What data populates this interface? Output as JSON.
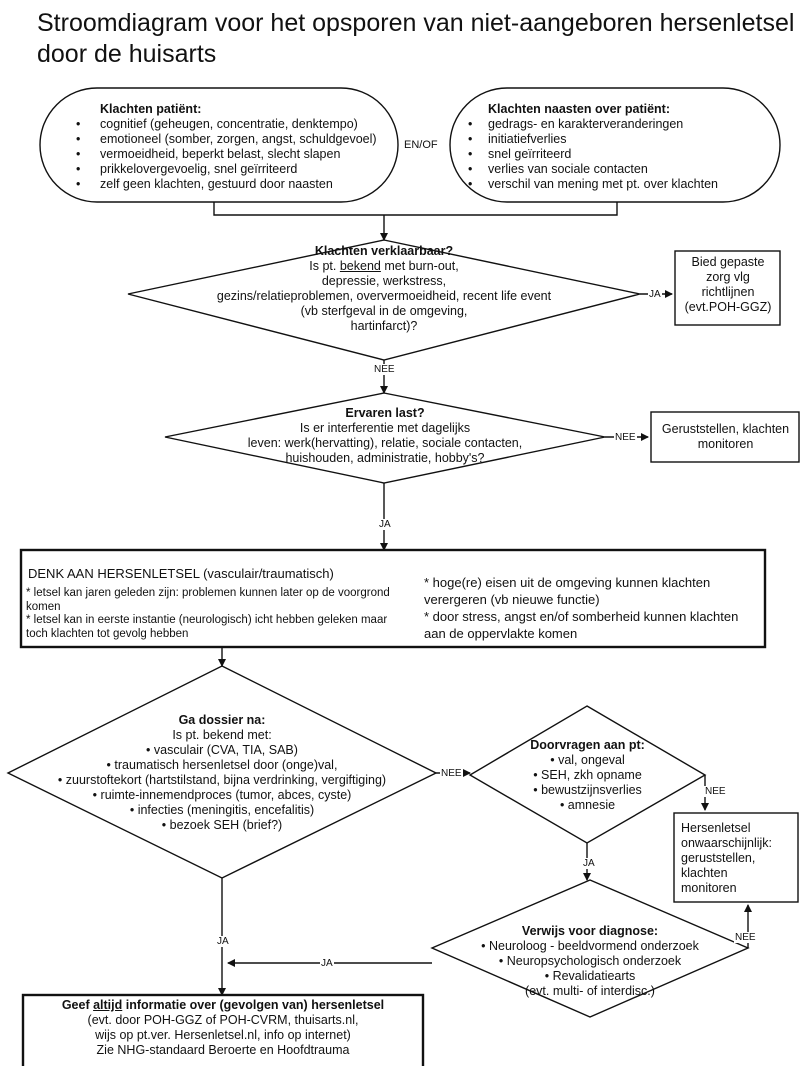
{
  "title": {
    "line1": "Stroomdiagram voor het opsporen van niet-aangeboren hersenletsel",
    "line2": "door de huisarts"
  },
  "patient_complaints": {
    "heading": "Klachten patiënt:",
    "items": [
      "cognitief (geheugen, concentratie, denktempo)",
      "emotioneel (somber, zorgen, angst, schuldgevoel)",
      "vermoeidheid, beperkt belast, slecht slapen",
      "prikkelovergevoelig, snel geïrriteerd",
      "zelf geen klachten, gestuurd door naasten"
    ]
  },
  "connector_en_of": "EN/OF",
  "relative_complaints": {
    "heading": "Klachten naasten over patiënt:",
    "items": [
      "gedrags- en karakterveranderingen",
      "initiatiefverlies",
      "snel geïrriteerd",
      "verlies van sociale contacten",
      "verschil van mening met pt. over klachten"
    ]
  },
  "decision_explainable": {
    "heading": "Klachten verklaarbaar?",
    "line1_pre": "Is pt. ",
    "line1_underlined": "bekend",
    "line1_post": " met burn-out,",
    "line2": "depressie, werkstress,",
    "line3": "gezins/relatieproblemen, oververmoeidheid, recent life event",
    "line4": "(vb sterfgeval in de omgeving,",
    "line5": "hartinfarct)?"
  },
  "box_care": {
    "line1": "Bied gepaste",
    "line2": "zorg vlg",
    "line3": "richtlijnen",
    "line4": "(evt.POH-GGZ)"
  },
  "decision_burden": {
    "heading": "Ervaren last?",
    "line1": "Is er interferentie met dagelijks",
    "line2": "leven: werk(hervatting), relatie, sociale contacten,",
    "line3": "huishouden, administratie, hobby's?"
  },
  "box_reassure": {
    "line1": "Geruststellen, klachten",
    "line2": "monitoren"
  },
  "think_box": {
    "heading": "DENK AAN HERSENLETSEL (vasculair/traumatisch)",
    "left1": "* letsel kan jaren geleden zijn: problemen kunnen later op de voorgrond komen",
    "left2": "* letsel kan in eerste instantie (neurologisch) icht hebben geleken maar toch klachten tot gevolg hebben",
    "right1": "* hoge(re) eisen uit de omgeving kunnen klachten verergeren (vb nieuwe functie)",
    "right2": "* door stress, angst en/of somberheid kunnen klachten aan de oppervlakte komen"
  },
  "decision_dossier": {
    "heading": "Ga dossier na:",
    "sub": "Is pt. bekend met:",
    "items": [
      "vasculair (CVA, TIA, SAB)",
      "traumatisch hersenletsel door (onge)val,",
      "zuurstoftekort (hartstilstand, bijna verdrinking, vergiftiging)",
      "ruimte-innemendproces (tumor, abces, cyste)",
      "infecties (meningitis, encefalitis)",
      "bezoek SEH (brief?)"
    ]
  },
  "decision_ask": {
    "heading": "Doorvragen aan pt:",
    "items": [
      "val, ongeval",
      "SEH, zkh opname",
      "bewustzijnsverlies",
      "amnesie"
    ]
  },
  "box_unlikely": {
    "line1": "Hersenletsel",
    "line2": "onwaarschijnlijk:",
    "line3": "geruststellen,",
    "line4": "klachten",
    "line5": "monitoren"
  },
  "decision_refer": {
    "heading": "Verwijs voor diagnose:",
    "items": [
      "Neuroloog - beeldvormend onderzoek",
      "Neuropsychologisch onderzoek",
      "Revalidatiearts"
    ],
    "note": "(evt. multi- of interdisc.)"
  },
  "box_info": {
    "line1_pre": "Geef ",
    "line1_underlined": "altijd",
    "line1_post": " informatie over (gevolgen van) hersenletsel",
    "line2": "(evt. door POH-GGZ of POH-CVRM, thuisarts.nl,",
    "line3": "wijs op pt.ver. Hersenletsel.nl, info op internet)",
    "line4": "Zie NHG-standaard Beroerte en Hoofdtrauma"
  },
  "labels": {
    "ja": "JA",
    "nee": "NEE"
  }
}
